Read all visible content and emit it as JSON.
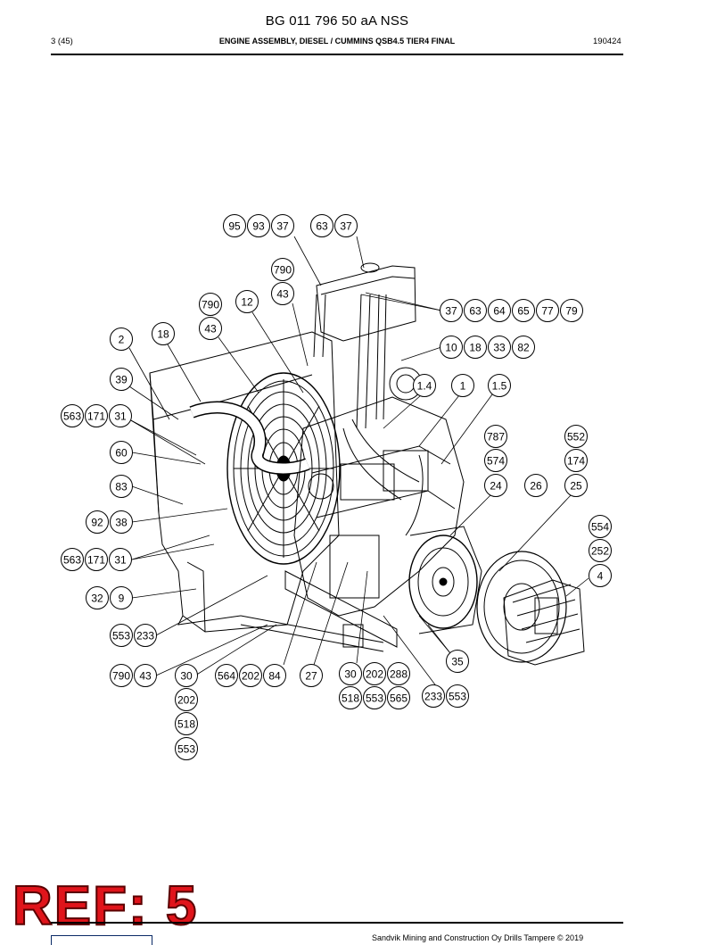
{
  "header": {
    "doc_code": "BG 011 796 50 aA NSS",
    "page": "3 (45)",
    "title": "ENGINE ASSEMBLY, DIESEL / CUMMINS QSB4.5 TIER4 FINAL",
    "code": "190424"
  },
  "stamp": {
    "text": "REF: 5",
    "color": "#e0141b"
  },
  "footer": {
    "copyright": "Sandvik Mining and Construction Oy Drills Tampere © 2019"
  },
  "callouts": [
    "95",
    "93",
    "37",
    "63",
    "37",
    "790",
    "43",
    "12",
    "790",
    "43",
    "37",
    "63",
    "64",
    "65",
    "77",
    "79",
    "2",
    "18",
    "10",
    "18",
    "33",
    "82",
    "39",
    "1.4",
    "1",
    "1.5",
    "563",
    "171",
    "31",
    "787",
    "552",
    "60",
    "574",
    "174",
    "83",
    "24",
    "26",
    "25",
    "92",
    "38",
    "554",
    "252",
    "4",
    "563",
    "171",
    "31",
    "32",
    "9",
    "553",
    "233",
    "35",
    "790",
    "43",
    "30",
    "564",
    "202",
    "84",
    "27",
    "30",
    "202",
    "288",
    "202",
    "518",
    "553",
    "565",
    "233",
    "553",
    "518",
    "553"
  ]
}
